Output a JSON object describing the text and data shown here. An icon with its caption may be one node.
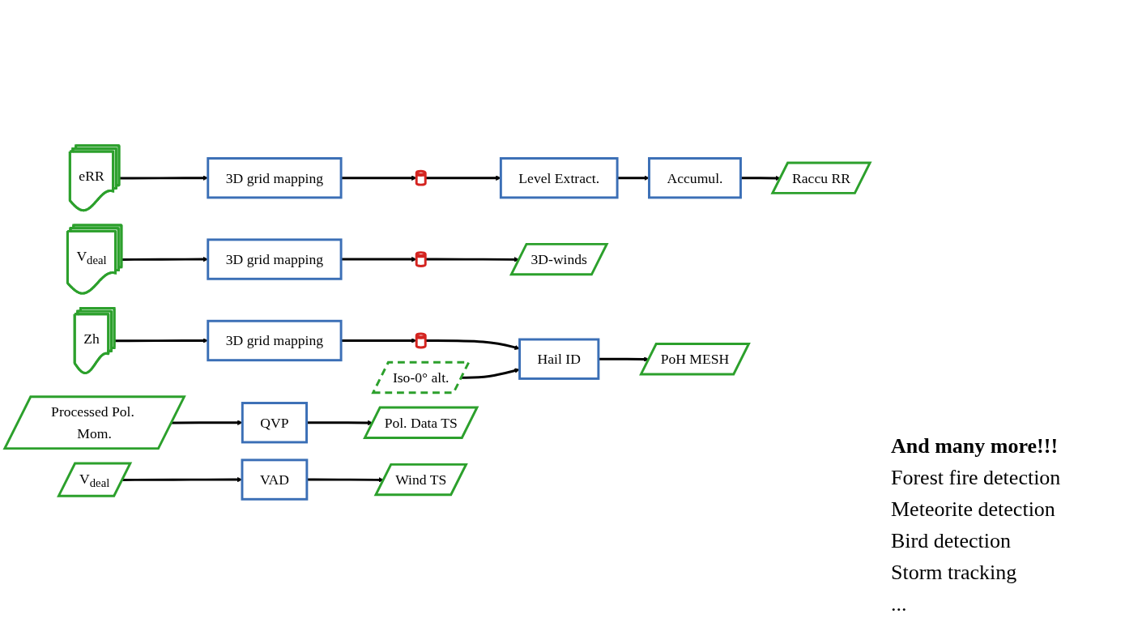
{
  "diagram": {
    "nodes": [
      {
        "text": [
          "eRR"
        ]
      },
      {
        "text": [
          "3D grid mapping"
        ]
      },
      {
        "text": [],
        "shape": "cube"
      },
      {
        "text": [
          "Level Extract."
        ]
      },
      {
        "text": [
          "Accumul."
        ]
      },
      {
        "text": [
          "Raccu RR"
        ]
      },
      {
        "text": [
          "V$_{deal}$"
        ]
      },
      {
        "text": [
          "3D grid mapping"
        ]
      },
      {
        "text": [],
        "shape": "cube"
      },
      {
        "text": [
          "3D-winds"
        ]
      },
      {
        "text": [
          "Zh"
        ]
      },
      {
        "text": [
          "3D grid mapping"
        ]
      },
      {
        "text": [],
        "shape": "cube"
      },
      {
        "text": [
          "Hail ID"
        ]
      },
      {
        "text": [
          "PoH MESH"
        ]
      },
      {
        "text": [
          "Iso-0° alt."
        ]
      },
      {
        "text": [
          "Processed Pol. Mom."
        ]
      },
      {
        "text": [
          "QVP"
        ]
      },
      {
        "text": [
          "Pol. Data TS"
        ]
      },
      {
        "text": [
          "V$_{deal}$"
        ]
      },
      {
        "text": [
          "VAD"
        ]
      },
      {
        "text": [
          "Wind TS"
        ]
      }
    ],
    "edges": [
      {
        "from": 0,
        "to": 1,
        "arrow": "to"
      },
      {
        "from": 1,
        "to": 2,
        "arrow": "to"
      },
      {
        "from": 2,
        "to": 3,
        "arrow": "to"
      },
      {
        "from": 3,
        "to": 4,
        "arrow": "to"
      },
      {
        "from": 4,
        "to": 5,
        "arrow": "to"
      },
      {
        "from": 6,
        "to": 7,
        "arrow": "to"
      },
      {
        "from": 7,
        "to": 8,
        "arrow": "to"
      },
      {
        "from": 8,
        "to": 9,
        "arrow": "to"
      },
      {
        "from": 10,
        "to": 11,
        "arrow": "to"
      },
      {
        "from": 11,
        "to": 12,
        "arrow": "to"
      },
      {
        "from": 12,
        "to": 13,
        "arrow": "to"
      },
      {
        "from": 13,
        "to": 14,
        "arrow": "to"
      },
      {
        "from": 15,
        "to": 13,
        "arrow": "to"
      },
      {
        "from": 16,
        "to": 17,
        "arrow": "to"
      },
      {
        "from": 17,
        "to": 18,
        "arrow": "to"
      },
      {
        "from": 19,
        "to": 20,
        "arrow": "to"
      },
      {
        "from": 20,
        "to": 21,
        "arrow": "to"
      }
    ],
    "labels": [
      "And many more!!!",
      "Forest fire detection",
      "Meteorite detection",
      "Bird detection",
      "Storm tracking",
      "..."
    ]
  }
}
